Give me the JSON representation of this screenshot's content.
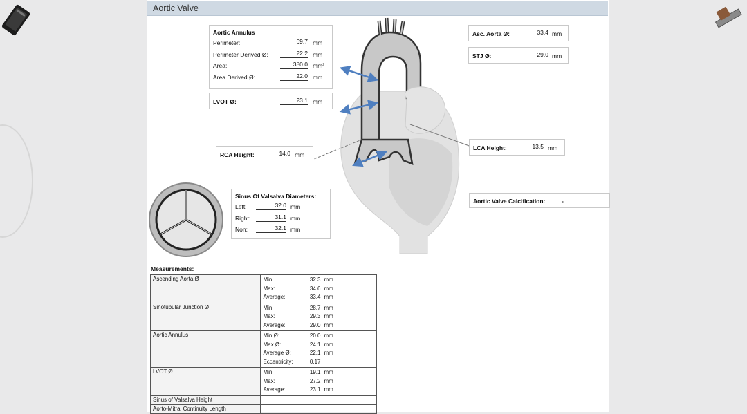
{
  "header": {
    "title": "Aortic Valve"
  },
  "annulus": {
    "title": "Aortic Annulus",
    "rows": [
      {
        "label": "Perimeter:",
        "value": "69.7",
        "unit": "mm"
      },
      {
        "label": "Perimeter Derived Ø:",
        "value": "22.2",
        "unit": "mm"
      },
      {
        "label": "Area:",
        "value": "380.0",
        "unit": "mm²"
      },
      {
        "label": "Area Derived Ø:",
        "value": "22.0",
        "unit": "mm"
      }
    ]
  },
  "lvot": {
    "label": "LVOT Ø:",
    "value": "23.1",
    "unit": "mm"
  },
  "asc_aorta": {
    "label": "Asc. Aorta Ø:",
    "value": "33.4",
    "unit": "mm"
  },
  "stj": {
    "label": "STJ Ø:",
    "value": "29.0",
    "unit": "mm"
  },
  "rca": {
    "label": "RCA Height:",
    "value": "14.0",
    "unit": "mm"
  },
  "lca": {
    "label": "LCA Height:",
    "value": "13.5",
    "unit": "mm"
  },
  "sinus": {
    "title": "Sinus Of Valsalva Diameters:",
    "rows": [
      {
        "label": "Left:",
        "value": "32.0",
        "unit": "mm"
      },
      {
        "label": "Right:",
        "value": "31.1",
        "unit": "mm"
      },
      {
        "label": "Non:",
        "value": "32.1",
        "unit": "mm"
      }
    ]
  },
  "calcification": {
    "label": "Aortic Valve Calcification:",
    "value": "-"
  },
  "measurements": {
    "title": "Measurements:",
    "rows": [
      {
        "name": "Ascending Aorta Ø",
        "values": [
          {
            "k": "Min:",
            "v": "32.3",
            "u": "mm"
          },
          {
            "k": "Max:",
            "v": "34.6",
            "u": "mm"
          },
          {
            "k": "Average:",
            "v": "33.4",
            "u": "mm"
          }
        ]
      },
      {
        "name": "Sinotubular Junction Ø",
        "values": [
          {
            "k": "Min:",
            "v": "28.7",
            "u": "mm"
          },
          {
            "k": "Max:",
            "v": "29.3",
            "u": "mm"
          },
          {
            "k": "Average:",
            "v": "29.0",
            "u": "mm"
          }
        ]
      },
      {
        "name": "Aortic Annulus",
        "values": [
          {
            "k": "Min Ø:",
            "v": "20.0",
            "u": "mm"
          },
          {
            "k": "Max Ø:",
            "v": "24.1",
            "u": "mm"
          },
          {
            "k": "Average Ø:",
            "v": "22.1",
            "u": "mm"
          },
          {
            "k": "Eccentricity:",
            "v": "0.17",
            "u": ""
          }
        ]
      },
      {
        "name": "LVOT Ø",
        "values": [
          {
            "k": "Min:",
            "v": "19.1",
            "u": "mm"
          },
          {
            "k": "Max:",
            "v": "27.2",
            "u": "mm"
          },
          {
            "k": "Average:",
            "v": "23.1",
            "u": "mm"
          }
        ]
      },
      {
        "name": "Sinus of Valsalva Height",
        "values": []
      },
      {
        "name": "Aorto-Mitral Continuity Length",
        "values": []
      }
    ]
  },
  "icons": {
    "left": "tablet-icon",
    "right": "ruler-tool-icon"
  }
}
